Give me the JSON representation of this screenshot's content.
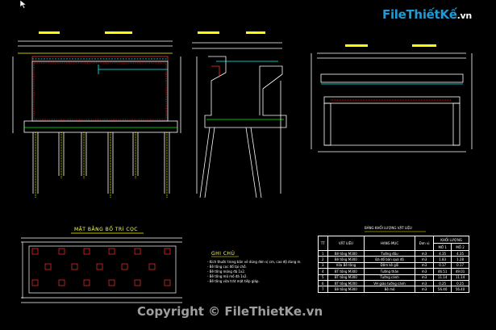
{
  "logo": {
    "text": "FileThiếtKế",
    "suffix": ".vn"
  },
  "watermark": "Copyright © FileThietKe.vn",
  "sections": {
    "plan_title": "MẶT BẰNG BỐ TRÍ CỌC",
    "notes_title": "GHI CHÚ",
    "table_title": "BẢNG KHỐI LƯỢNG VẬT LIỆU"
  },
  "notes": [
    "- Kích thước trong bản vẽ dùng đơn vị cm, cao độ dùng m.",
    "- Bê tông cọc đổ tại chỗ.",
    "- Bê tông móng đá 1x2.",
    "- Bê tông mũ mố đá 1x2.",
    "- Bê tông vữa trát mặt tiếp giáp."
  ],
  "table": {
    "headers": [
      "TT",
      "VẬT LIỆU",
      "HẠNG MỤC",
      "Đơn vị",
      "KHỐI LƯỢNG",
      "MỐ 1",
      "MỐ 2"
    ],
    "rows": [
      [
        "1",
        "Bê tông M300",
        "Tường đầu",
        "m3",
        "4.35",
        "4.35"
      ],
      [
        "2",
        "Bê tông M300",
        "Đá đổ bản quá độ",
        "m3",
        "1.83",
        "1.28"
      ],
      [
        "3",
        "Vữa Bê tông",
        "Đệm kê gối",
        "m3",
        "0.17",
        "0.17"
      ],
      [
        "4",
        "BT tông M300",
        "Tường thân",
        "m3",
        "46.51",
        "49.01"
      ],
      [
        "5",
        "BT tông M300",
        "Tường cánh",
        "m3",
        "11.14",
        "11.14"
      ],
      [
        "6",
        "BT tông M200",
        "VH giáo tường cánh",
        "m3",
        "0.25",
        "0.25"
      ],
      [
        "7",
        "Bê tông M300",
        "Bệ mố",
        "m3",
        "56.40",
        "56.40"
      ]
    ]
  },
  "colors": {
    "background": "#000000",
    "line_yellow": "#ffff00",
    "line_white": "#ffffff",
    "line_cyan": "#00ffff",
    "line_green": "#00ff00",
    "line_red": "#ff3030"
  },
  "icons": [
    "cursor-arrow-icon"
  ]
}
